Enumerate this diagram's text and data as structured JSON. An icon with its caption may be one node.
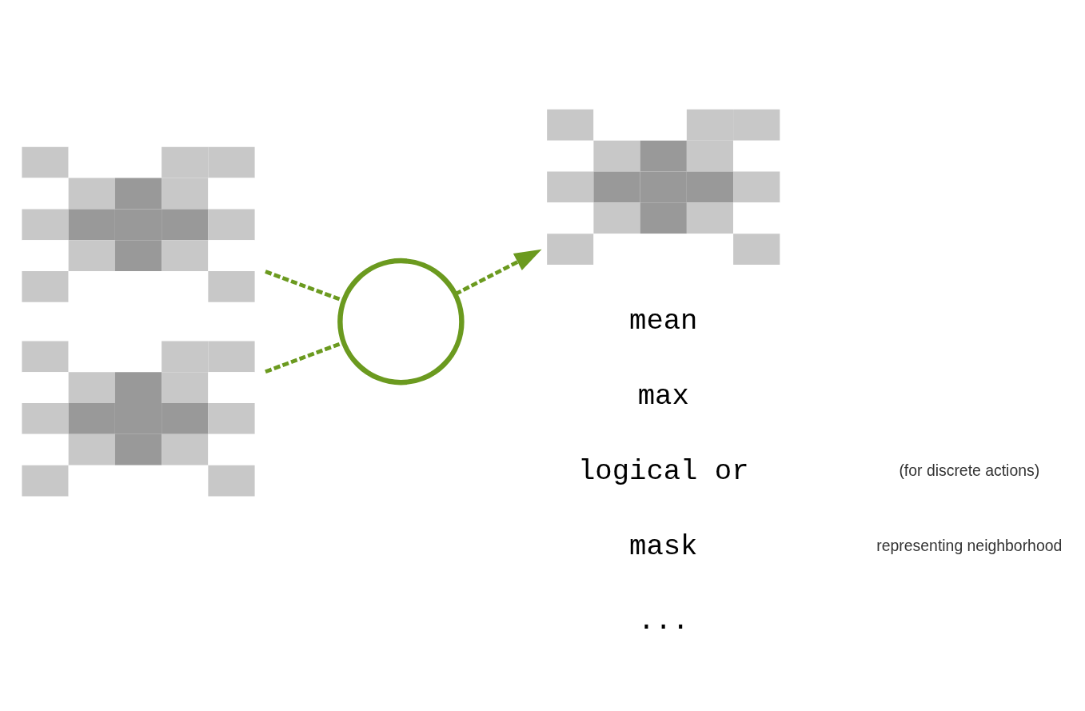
{
  "diagram": {
    "nodes": [
      {
        "text": [],
        "shape": "picture"
      },
      {
        "text": [],
        "shape": "picture"
      },
      {
        "text": [],
        "shape": "circle"
      },
      {
        "text": [],
        "shape": "picture"
      }
    ],
    "edges": [
      {
        "from": 0,
        "to": 2,
        "arrow": "none",
        "style": "dashed"
      },
      {
        "from": 1,
        "to": 2,
        "arrow": "none",
        "style": "dashed"
      },
      {
        "from": 2,
        "to": 3,
        "arrow": "to",
        "style": "dashed"
      }
    ],
    "labels": [
      "mean",
      "max",
      "logical or",
      "(for discrete actions)",
      "mask",
      "representing neighborhood",
      "..."
    ]
  }
}
